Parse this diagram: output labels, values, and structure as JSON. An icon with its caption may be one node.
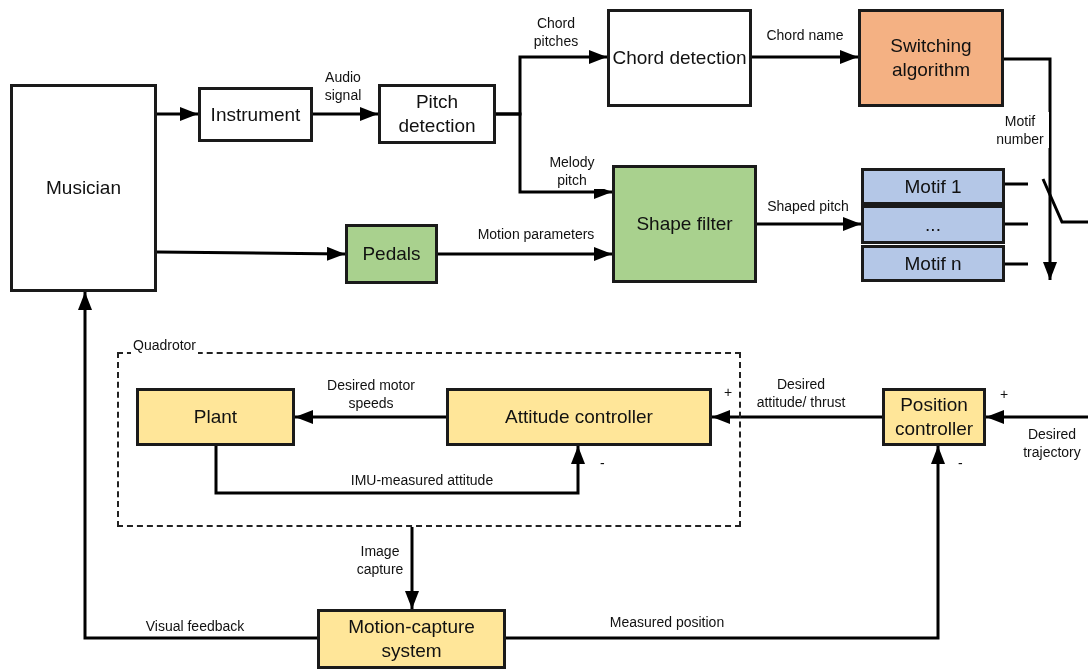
{
  "diagram": {
    "nodes": [
      {
        "text": [
          "Musician"
        ]
      },
      {
        "text": [
          "Instrument"
        ]
      },
      {
        "text": [
          "Pitch detection"
        ]
      },
      {
        "text": [
          "Chord detection"
        ]
      },
      {
        "text": [
          "Switching algorithm"
        ]
      },
      {
        "text": [
          "Shape filter"
        ]
      },
      {
        "text": [
          "Pedals"
        ]
      },
      {
        "text": [
          "Motif 1"
        ]
      },
      {
        "text": [
          "..."
        ]
      },
      {
        "text": [
          "Motif n"
        ]
      },
      {
        "text": [
          "Quadrotor"
        ]
      },
      {
        "text": [
          "Plant"
        ],
        "in": 10
      },
      {
        "text": [
          "Attitude controller"
        ],
        "in": 10,
        "beside": [
          "+",
          "-"
        ]
      },
      {
        "text": [
          "Position controller"
        ],
        "beside": [
          "+",
          "-"
        ]
      },
      {
        "text": [
          "Motion-capture system"
        ]
      },
      {
        "text": [],
        "shape": "switch"
      }
    ],
    "edges": [
      {
        "from": 0,
        "to": 1,
        "arrow": "to"
      },
      {
        "from": 1,
        "to": 2,
        "arrow": "to",
        "label": "Audio signal"
      },
      {
        "from": 2,
        "to": 3,
        "arrow": "to",
        "label": "Chord pitches"
      },
      {
        "from": 2,
        "to": 5,
        "arrow": "to",
        "label": "Melody pitch"
      },
      {
        "from": 3,
        "to": 4,
        "arrow": "to",
        "label": "Chord name"
      },
      {
        "from": 4,
        "to": 15,
        "arrow": "to",
        "label": "Motif number"
      },
      {
        "from": 0,
        "to": 6,
        "arrow": "to"
      },
      {
        "from": 6,
        "to": 5,
        "arrow": "to",
        "label": "Motion parameters"
      },
      {
        "from": 5,
        "to": 8,
        "arrow": "to",
        "label": "Shaped pitch"
      },
      {
        "from": 7,
        "to": 15,
        "arrow": "none"
      },
      {
        "from": 8,
        "to": 15,
        "arrow": "none"
      },
      {
        "from": 9,
        "to": 15,
        "arrow": "none"
      },
      {
        "from": 15,
        "to": null,
        "arrow": "none"
      },
      {
        "from": 12,
        "to": 11,
        "arrow": "to",
        "label": "Desired motor speeds"
      },
      {
        "from": 11,
        "to": 12,
        "arrow": "to",
        "label": "IMU-measured attitude"
      },
      {
        "from": 13,
        "to": 12,
        "arrow": "to",
        "label": "Desired attitude/ thrust"
      },
      {
        "from": null,
        "to": 13,
        "arrow": "to",
        "label": "Desired trajectory"
      },
      {
        "from": 10,
        "to": 14,
        "arrow": "to",
        "label": "Image capture"
      },
      {
        "from": 14,
        "to": 0,
        "arrow": "to",
        "label": "Visual feedback"
      },
      {
        "from": 14,
        "to": 13,
        "arrow": "to",
        "label": "Measured position"
      }
    ]
  }
}
